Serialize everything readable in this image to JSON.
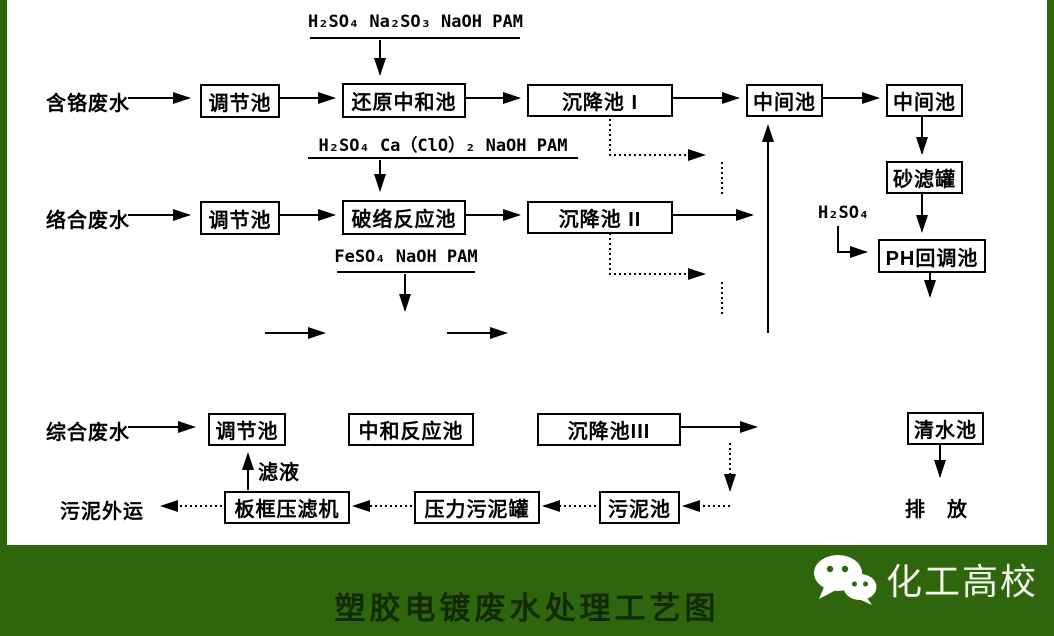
{
  "page": {
    "title": "塑胶电镀废水处理工艺图",
    "brand": "化工高校"
  },
  "streams": {
    "chromium": "含铬废水",
    "complex": "络合废水",
    "comprehensive": "综合废水"
  },
  "reagents": {
    "line1": "H₂SO₄ Na₂SO₃ NaOH PAM",
    "line2": "H₂SO₄ Ca（ClO）₂ NaOH PAM",
    "line3": "FeSO₄ NaOH PAM",
    "acid": "H₂SO₄"
  },
  "boxes": {
    "regulating1": "调节池",
    "reduction_neutralization": "还原中和池",
    "sedimentation1": "沉降池 I",
    "intermediate1": "中间池",
    "intermediate2": "中间池",
    "sand_filter": "砂滤罐",
    "ph_readjust": "PH回调池",
    "regulating2": "调节池",
    "complex_breaking": "破络反应池",
    "sedimentation2": "沉降池 II",
    "regulating3": "调节池",
    "neutralization_reaction": "中和反应池",
    "sedimentation3": "沉降池III",
    "clear_water": "清水池",
    "plate_frame_press": "板框压滤机",
    "pressure_sludge_tank": "压力污泥罐",
    "sludge_pool": "污泥池"
  },
  "labels": {
    "filtrate": "滤液",
    "sludge_out": "污泥外运",
    "discharge": "排　放"
  },
  "colors": {
    "footer_green": "#2f660d",
    "line_black": "#000000",
    "title_text": "#122b03",
    "brand_text": "#f1f4ea"
  }
}
